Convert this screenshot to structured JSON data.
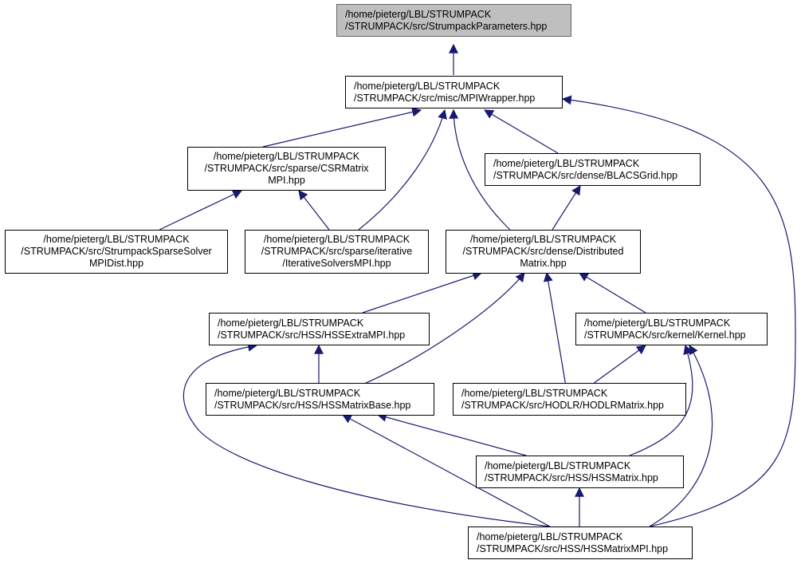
{
  "colors": {
    "edge": "#191970",
    "node_border": "#000000",
    "root_fill": "#bfbfbf"
  },
  "nodes": {
    "params": {
      "lines": [
        "/home/pieterg/LBL/STRUMPACK",
        "/STRUMPACK/src/StrumpackParameters.hpp"
      ]
    },
    "mpiwrapper": {
      "lines": [
        "/home/pieterg/LBL/STRUMPACK",
        "/STRUMPACK/src/misc/MPIWrapper.hpp"
      ]
    },
    "csrmatrix": {
      "lines": [
        "/home/pieterg/LBL/STRUMPACK",
        "/STRUMPACK/src/sparse/CSRMatrix",
        "MPI.hpp"
      ]
    },
    "blacsgrid": {
      "lines": [
        "/home/pieterg/LBL/STRUMPACK",
        "/STRUMPACK/src/dense/BLACSGrid.hpp"
      ]
    },
    "sparsesolver": {
      "lines": [
        "/home/pieterg/LBL/STRUMPACK",
        "/STRUMPACK/src/StrumpackSparseSolver",
        "MPIDist.hpp"
      ]
    },
    "iterative": {
      "lines": [
        "/home/pieterg/LBL/STRUMPACK",
        "/STRUMPACK/src/sparse/iterative",
        "/IterativeSolversMPI.hpp"
      ]
    },
    "distmatrix": {
      "lines": [
        "/home/pieterg/LBL/STRUMPACK",
        "/STRUMPACK/src/dense/Distributed",
        "Matrix.hpp"
      ]
    },
    "hssextra": {
      "lines": [
        "/home/pieterg/LBL/STRUMPACK",
        "/STRUMPACK/src/HSS/HSSExtraMPI.hpp"
      ]
    },
    "kernel": {
      "lines": [
        "/home/pieterg/LBL/STRUMPACK",
        "/STRUMPACK/src/kernel/Kernel.hpp"
      ]
    },
    "hssbase": {
      "lines": [
        "/home/pieterg/LBL/STRUMPACK",
        "/STRUMPACK/src/HSS/HSSMatrixBase.hpp"
      ]
    },
    "hodlr": {
      "lines": [
        "/home/pieterg/LBL/STRUMPACK",
        "/STRUMPACK/src/HODLR/HODLRMatrix.hpp"
      ]
    },
    "hssmatrix": {
      "lines": [
        "/home/pieterg/LBL/STRUMPACK",
        "/STRUMPACK/src/HSS/HSSMatrix.hpp"
      ]
    },
    "hssmpi": {
      "lines": [
        "/home/pieterg/LBL/STRUMPACK",
        "/STRUMPACK/src/HSS/HSSMatrixMPI.hpp"
      ]
    }
  }
}
